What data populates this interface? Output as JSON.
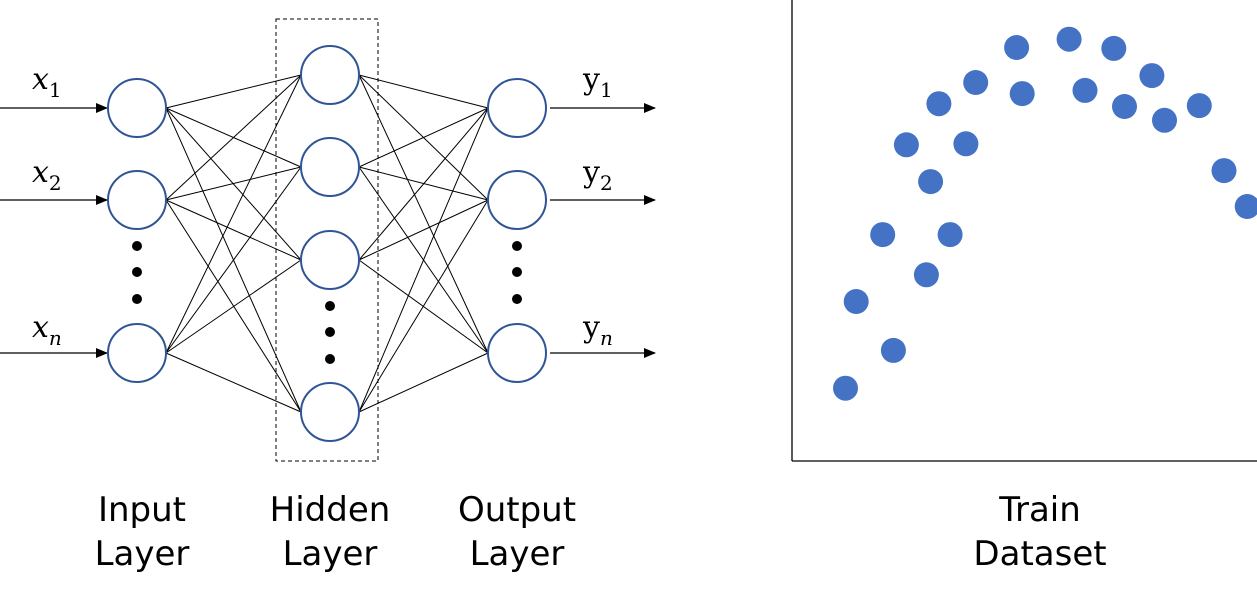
{
  "network": {
    "inputs": [
      {
        "base": "x",
        "sub": "1"
      },
      {
        "base": "x",
        "sub": "2"
      },
      {
        "base": "x",
        "sub": "n"
      }
    ],
    "outputs": [
      {
        "base": "y",
        "sub": "1"
      },
      {
        "base": "y",
        "sub": "2"
      },
      {
        "base": "y",
        "sub": "n"
      }
    ],
    "captions": {
      "input": [
        "Input",
        "Layer"
      ],
      "hidden": [
        "Hidden",
        "Layer"
      ],
      "output": [
        "Output",
        "Layer"
      ]
    },
    "colors": {
      "node_stroke": "#2f5597",
      "line": "#000000"
    }
  },
  "train_caption": [
    "Train",
    "Dataset"
  ],
  "chart_data": {
    "type": "scatter",
    "title": "",
    "xlabel": "",
    "ylabel": "",
    "xlim": [
      0,
      100
    ],
    "ylim": [
      0,
      100
    ],
    "grid": false,
    "axes": "left-bottom",
    "color": "#4472c4",
    "series": [
      {
        "points": [
          {
            "x": 11.5,
            "y": 15.8
          },
          {
            "x": 13.8,
            "y": 34.6
          },
          {
            "x": 21.8,
            "y": 24.0
          },
          {
            "x": 19.5,
            "y": 49.1
          },
          {
            "x": 28.9,
            "y": 40.4
          },
          {
            "x": 34.0,
            "y": 49.1
          },
          {
            "x": 24.6,
            "y": 68.6
          },
          {
            "x": 29.8,
            "y": 60.6
          },
          {
            "x": 31.6,
            "y": 77.5
          },
          {
            "x": 37.4,
            "y": 68.8
          },
          {
            "x": 39.5,
            "y": 82.1
          },
          {
            "x": 48.3,
            "y": 89.7
          },
          {
            "x": 49.5,
            "y": 79.7
          },
          {
            "x": 59.6,
            "y": 91.5
          },
          {
            "x": 63.0,
            "y": 80.4
          },
          {
            "x": 69.2,
            "y": 89.5
          },
          {
            "x": 71.5,
            "y": 76.9
          },
          {
            "x": 77.4,
            "y": 83.6
          },
          {
            "x": 80.1,
            "y": 73.9
          },
          {
            "x": 87.6,
            "y": 77.1
          },
          {
            "x": 92.9,
            "y": 63.0
          },
          {
            "x": 97.9,
            "y": 55.2
          }
        ]
      }
    ]
  }
}
